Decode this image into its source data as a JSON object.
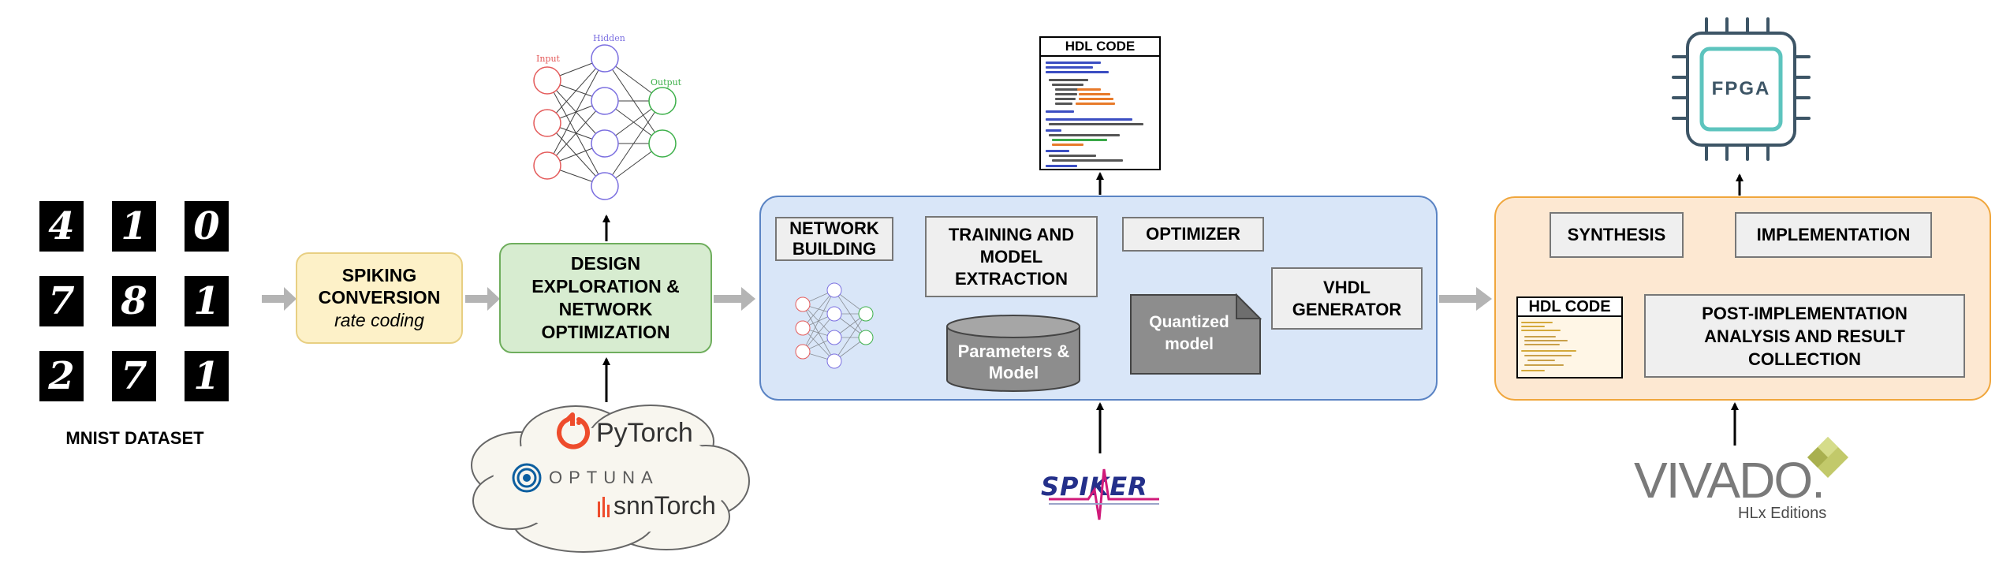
{
  "colors": {
    "arrow_gray": "#b4b4b4",
    "spiking_fill": "#fdf1c8",
    "spiking_border": "#e8cf82",
    "design_fill": "#d7ecd0",
    "design_border": "#6fae5d",
    "blue_panel_fill": "#d9e6f8",
    "blue_panel_border": "#5b84c4",
    "orange_panel_fill": "#fde8d2",
    "orange_panel_border": "#f0a63c",
    "fpga_teal": "#5dc4be",
    "fpga_navy": "#3d5566",
    "pytorch_orange": "#ee4c2c",
    "optuna_blue": "#0d5fa0",
    "vivado_gray": "#7a7a7a",
    "vivado_olive": "#c2c96a",
    "spiker_navy": "#24308a",
    "spiker_pink": "#d01a7a"
  },
  "mnist": {
    "label": "MNIST DATASET",
    "digits": [
      "4",
      "1",
      "0",
      "7",
      "8",
      "1",
      "2",
      "7",
      "1"
    ]
  },
  "spiking": {
    "title": "SPIKING CONVERSION",
    "subtitle": "rate coding"
  },
  "design": {
    "title": "DESIGN EXPLORATION & NETWORK OPTIMIZATION"
  },
  "nn_diagram": {
    "input_label": "Input",
    "hidden_label": "Hidden",
    "output_label": "Output"
  },
  "libraries": {
    "pytorch": "PyTorch",
    "optuna": "OPTUNA",
    "snntorch": "snnTorch"
  },
  "hdl_top": {
    "title": "HDL CODE"
  },
  "blue_panel": {
    "network_building": "NETWORK BUILDING",
    "training": "TRAINING AND MODEL EXTRACTION",
    "optimizer": "OPTIMIZER",
    "vhdl_generator": "VHDL GENERATOR",
    "parameters": "Parameters & Model",
    "quantized": "Quantized model"
  },
  "spiker": {
    "logo": "SPIKER"
  },
  "orange_panel": {
    "synthesis": "SYNTHESIS",
    "implementation": "IMPLEMENTATION",
    "hdl_code": "HDL CODE",
    "post_impl": "POST-IMPLEMENTATION ANALYSIS AND RESULT COLLECTION"
  },
  "fpga": {
    "label": "FPGA"
  },
  "vivado": {
    "logo": "VIVADO.",
    "edition": "HLx Editions"
  }
}
